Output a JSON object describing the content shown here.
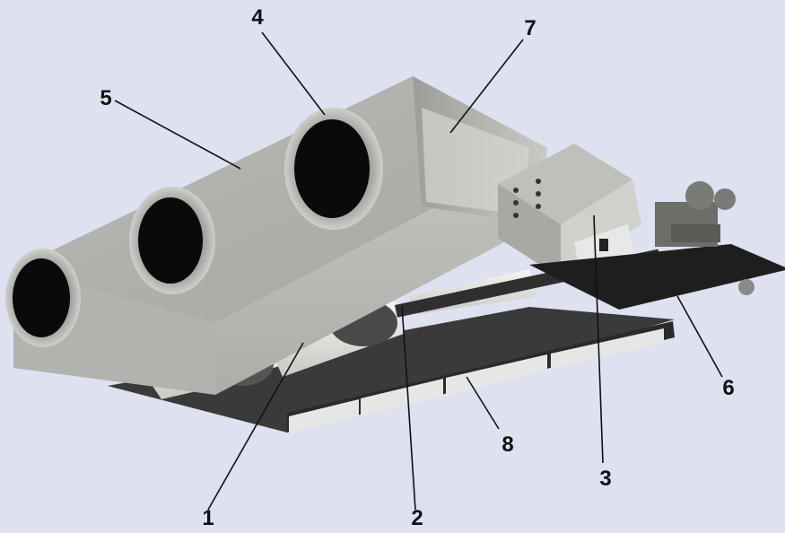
{
  "figure": {
    "background": "#dde1f0",
    "callouts": [
      {
        "id": "1",
        "label": "1"
      },
      {
        "id": "2",
        "label": "2"
      },
      {
        "id": "3",
        "label": "3"
      },
      {
        "id": "4",
        "label": "4"
      },
      {
        "id": "5",
        "label": "5"
      },
      {
        "id": "6",
        "label": "6"
      },
      {
        "id": "7",
        "label": "7"
      },
      {
        "id": "8",
        "label": "8"
      }
    ]
  }
}
